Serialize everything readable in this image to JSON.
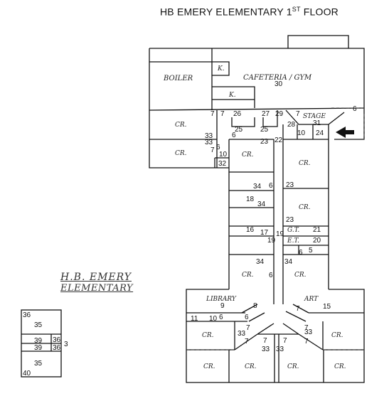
{
  "title": {
    "text": "HB EMERY ELEMENTARY 1",
    "sup": "ST",
    "suffix": " FLOOR"
  },
  "side_note": {
    "line1": "H.B. EMERY",
    "line2": "ELEMENTARY"
  },
  "labels": {
    "boiler": "BOILER",
    "k1": "K.",
    "k2": "K.",
    "cafeteria": "CAFETERIA / GYM",
    "stage": "STAGE",
    "cr": "CR.",
    "gt": "G.T.",
    "et": "E.T.",
    "library": "LIBRARY",
    "art": "ART"
  },
  "numbers": {
    "n30": "30",
    "n31": "31",
    "n6a": "6",
    "n7a": "7",
    "n7b": "7",
    "n26": "26",
    "n27": "27",
    "n29": "29",
    "n7c": "7",
    "n28": "28",
    "n10a": "10",
    "n24": "24",
    "n25a": "25",
    "n25b": "25",
    "n33a": "33",
    "n33b": "33",
    "n6b": "6",
    "n7d": "7",
    "n6c": "6",
    "n10b": "10",
    "n32": "32",
    "n23a": "23",
    "n22": "22",
    "n34a": "34",
    "n6d": "6",
    "n23b": "23",
    "n18": "18",
    "n34b": "34",
    "n23c": "23",
    "n16": "16",
    "n17": "17",
    "n19a": "19",
    "n19b": "19",
    "n21": "21",
    "n20": "20",
    "n5": "5",
    "n6e": "6",
    "n34c": "34",
    "n34d": "34",
    "n6f": "6",
    "n9": "9",
    "n8": "8",
    "n7e": "7",
    "n15": "15",
    "n11": "11",
    "n10c": "10",
    "n6g": "6",
    "n6h": "6",
    "n7f": "7",
    "n7g": "7",
    "n33c": "33",
    "n33d": "33",
    "n7h": "7",
    "n7i": "7",
    "n7j": "7",
    "n7k": "7",
    "n33e": "33",
    "n33f": "33",
    "p36a": "36",
    "p35a": "35",
    "p39a": "39",
    "p39b": "39",
    "p36b": "36",
    "p36c": "36",
    "p3": "3",
    "p35b": "35",
    "p40": "40"
  }
}
